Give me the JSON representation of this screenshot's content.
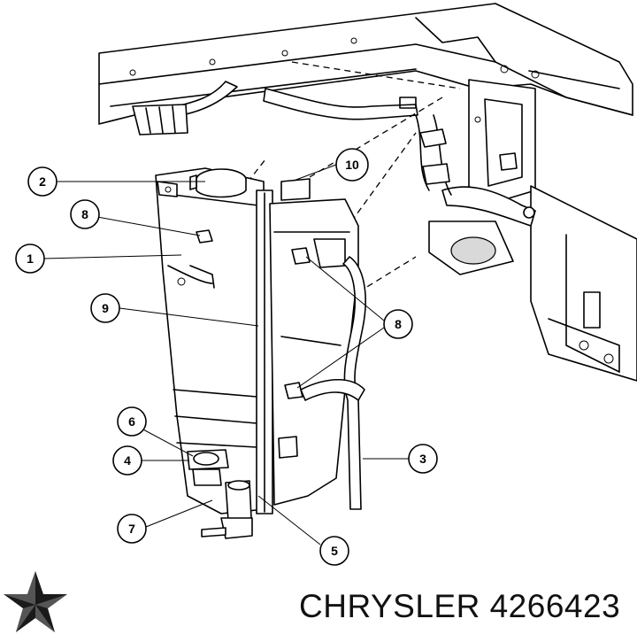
{
  "brand": {
    "name": "CHRYSLER",
    "part_number": "4266423"
  },
  "callouts": [
    {
      "id": "c1",
      "label": "1"
    },
    {
      "id": "c2",
      "label": "2"
    },
    {
      "id": "c3",
      "label": "3"
    },
    {
      "id": "c4",
      "label": "4"
    },
    {
      "id": "c5",
      "label": "5"
    },
    {
      "id": "c6",
      "label": "6"
    },
    {
      "id": "c7",
      "label": "7"
    },
    {
      "id": "c8a",
      "label": "8"
    },
    {
      "id": "c8b",
      "label": "8"
    },
    {
      "id": "c9",
      "label": "9"
    },
    {
      "id": "c10",
      "label": "10"
    }
  ],
  "icons": {
    "logo": "chrysler-pentastar-logo"
  },
  "colors": {
    "line": "#000000",
    "fill": "#ffffff",
    "shade": "#d9d9d9"
  }
}
